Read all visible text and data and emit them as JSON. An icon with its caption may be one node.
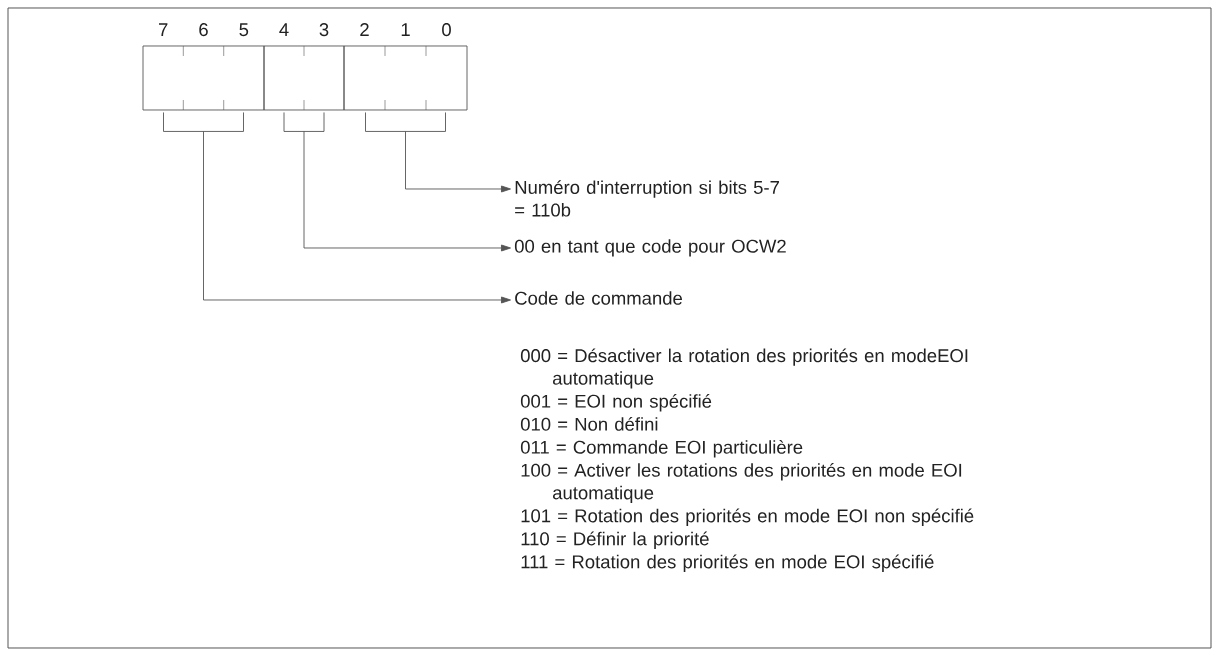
{
  "diagram": {
    "nodes": [
      {
        "text": [],
        "shape": "box",
        "beside": [
          "7",
          "6",
          "5"
        ]
      },
      {
        "text": [],
        "shape": "box",
        "beside": [
          "4",
          "3"
        ]
      },
      {
        "text": [],
        "shape": "box",
        "beside": [
          "2",
          "1",
          "0"
        ]
      },
      {
        "text": [
          "Numéro d'interruption si bits 5-7 = 110b"
        ]
      },
      {
        "text": [
          "00 en tant que code pour OCW2"
        ]
      },
      {
        "text": [
          "Code de commande"
        ]
      }
    ],
    "edges": [
      {
        "from": 2,
        "to": 3,
        "arrow": "to"
      },
      {
        "from": 1,
        "to": 4,
        "arrow": "to"
      },
      {
        "from": 0,
        "to": 5,
        "arrow": "to"
      }
    ],
    "labels": [
      "000 = Désactiver la rotation des priorités en modeEOI automatique",
      "001 = EOI non spécifié",
      "010 = Non défini",
      "011 = Commande EOI particulière",
      "100 = Activer les rotations des priorités en mode EOI automatique",
      "101 = Rotation des priorités en mode EOI non spécifié",
      "110 = Définir la priorité",
      "111 = Rotation des priorités en mode EOI spécifié"
    ]
  }
}
